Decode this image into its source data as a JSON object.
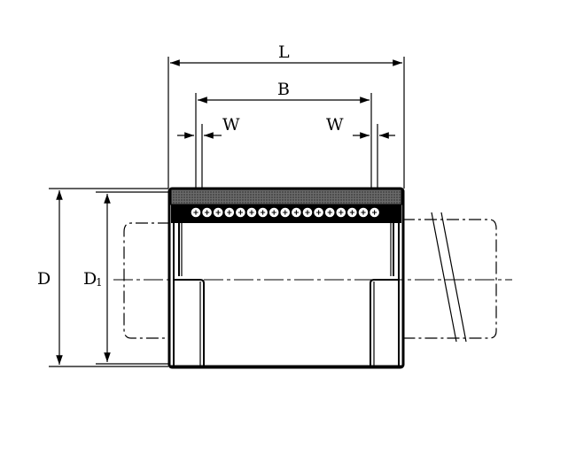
{
  "labels": {
    "L": "L",
    "B": "B",
    "W_left": "W",
    "W_right": "W",
    "D": "D",
    "D1_main": "D",
    "D1_sub": "1"
  },
  "colors": {
    "ink": "#000000",
    "background": "#ffffff",
    "hatch": "#555555"
  }
}
